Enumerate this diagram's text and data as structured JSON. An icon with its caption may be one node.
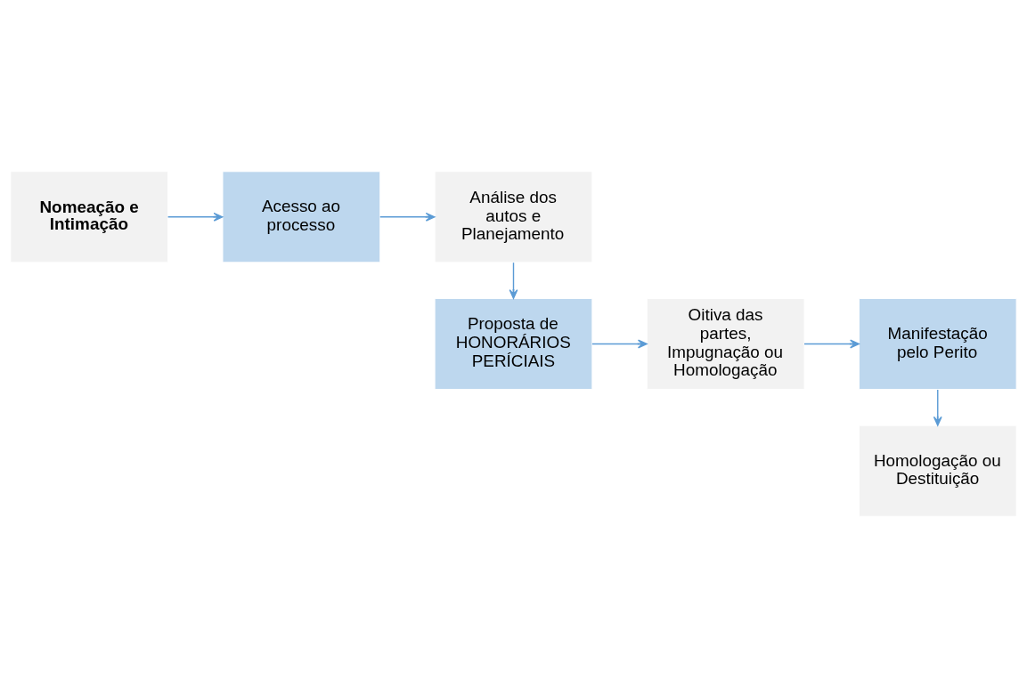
{
  "diagram": {
    "nodes": [
      {
        "text": [
          "Nomeação e Intimação"
        ]
      },
      {
        "text": [
          "Acesso ao processo"
        ]
      },
      {
        "text": [
          "Análise dos autos e Planejamento"
        ]
      },
      {
        "text": [
          "Proposta de HONORÁRIOS PERÍCIAIS"
        ]
      },
      {
        "text": [
          "Oitiva das partes, Impugnação ou Homologação"
        ]
      },
      {
        "text": [
          "Manifestação pelo Perito"
        ]
      },
      {
        "text": [
          "Homologação ou Destituição"
        ]
      }
    ],
    "edges": [
      {
        "from": 0,
        "to": 1,
        "arrow": "to"
      },
      {
        "from": 1,
        "to": 2,
        "arrow": "to"
      },
      {
        "from": 2,
        "to": 3,
        "arrow": "to"
      },
      {
        "from": 3,
        "to": 4,
        "arrow": "to"
      },
      {
        "from": 4,
        "to": 5,
        "arrow": "to"
      },
      {
        "from": 5,
        "to": 6,
        "arrow": "to"
      }
    ]
  }
}
